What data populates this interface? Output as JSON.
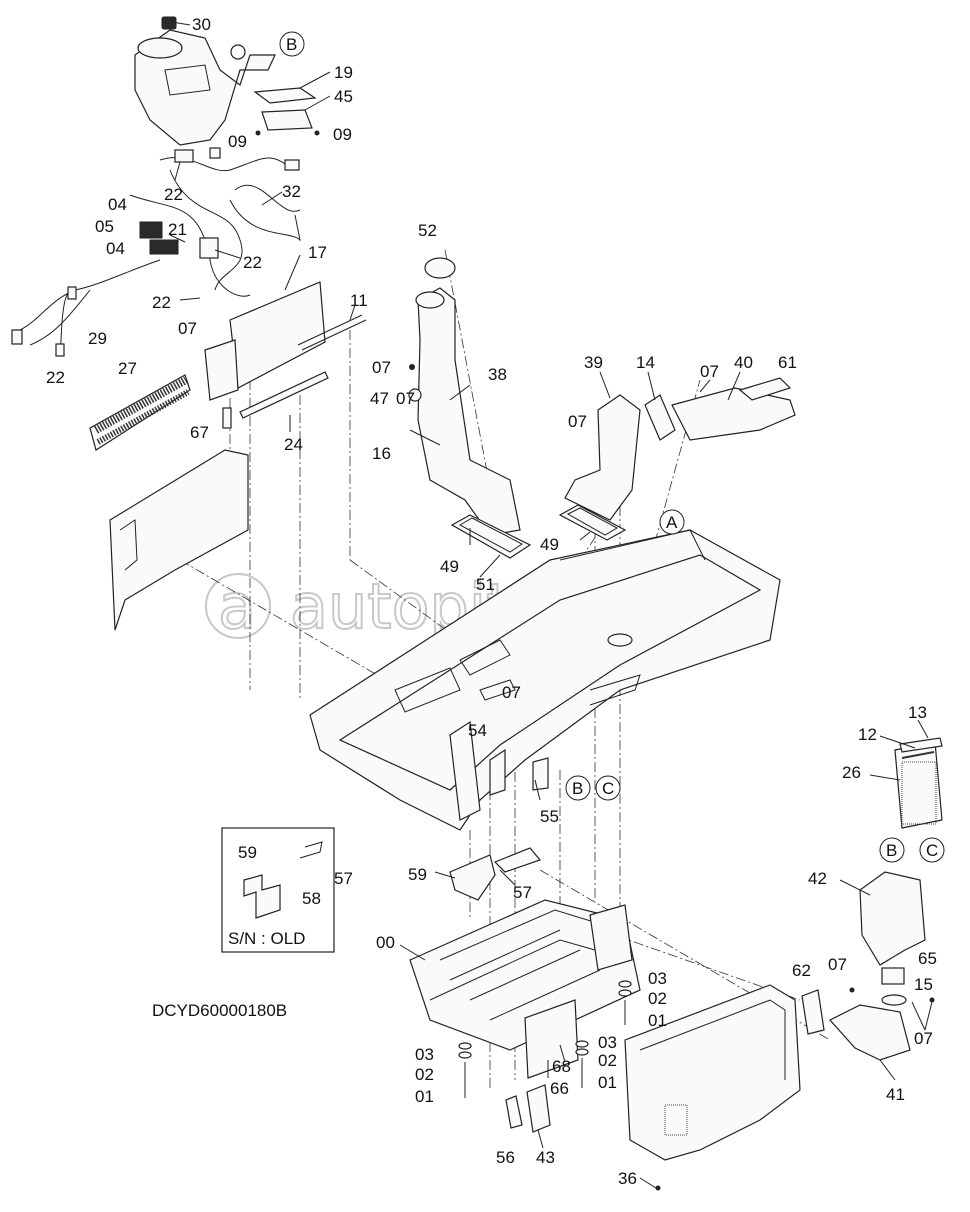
{
  "diagram_code": "DCYD60000180B",
  "watermark": "autopiter.ru",
  "inset": {
    "label": "S/N : OLD",
    "parts": [
      "59",
      "57",
      "58"
    ]
  },
  "circle_refs": [
    "B",
    "A",
    "B",
    "C",
    "B",
    "C"
  ],
  "callouts": [
    "30",
    "19",
    "45",
    "09",
    "09",
    "22",
    "32",
    "04",
    "05",
    "04",
    "21",
    "22",
    "17",
    "22",
    "07",
    "29",
    "22",
    "11",
    "52",
    "27",
    "07",
    "38",
    "47",
    "07",
    "16",
    "67",
    "24",
    "39",
    "14",
    "07",
    "40",
    "61",
    "07",
    "49",
    "49",
    "51",
    "07",
    "54",
    "55",
    "13",
    "12",
    "26",
    "59",
    "57",
    "42",
    "00",
    "03",
    "02",
    "01",
    "62",
    "07",
    "65",
    "15",
    "07",
    "03",
    "02",
    "01",
    "68",
    "66",
    "03",
    "02",
    "01",
    "56",
    "43",
    "41",
    "36"
  ]
}
